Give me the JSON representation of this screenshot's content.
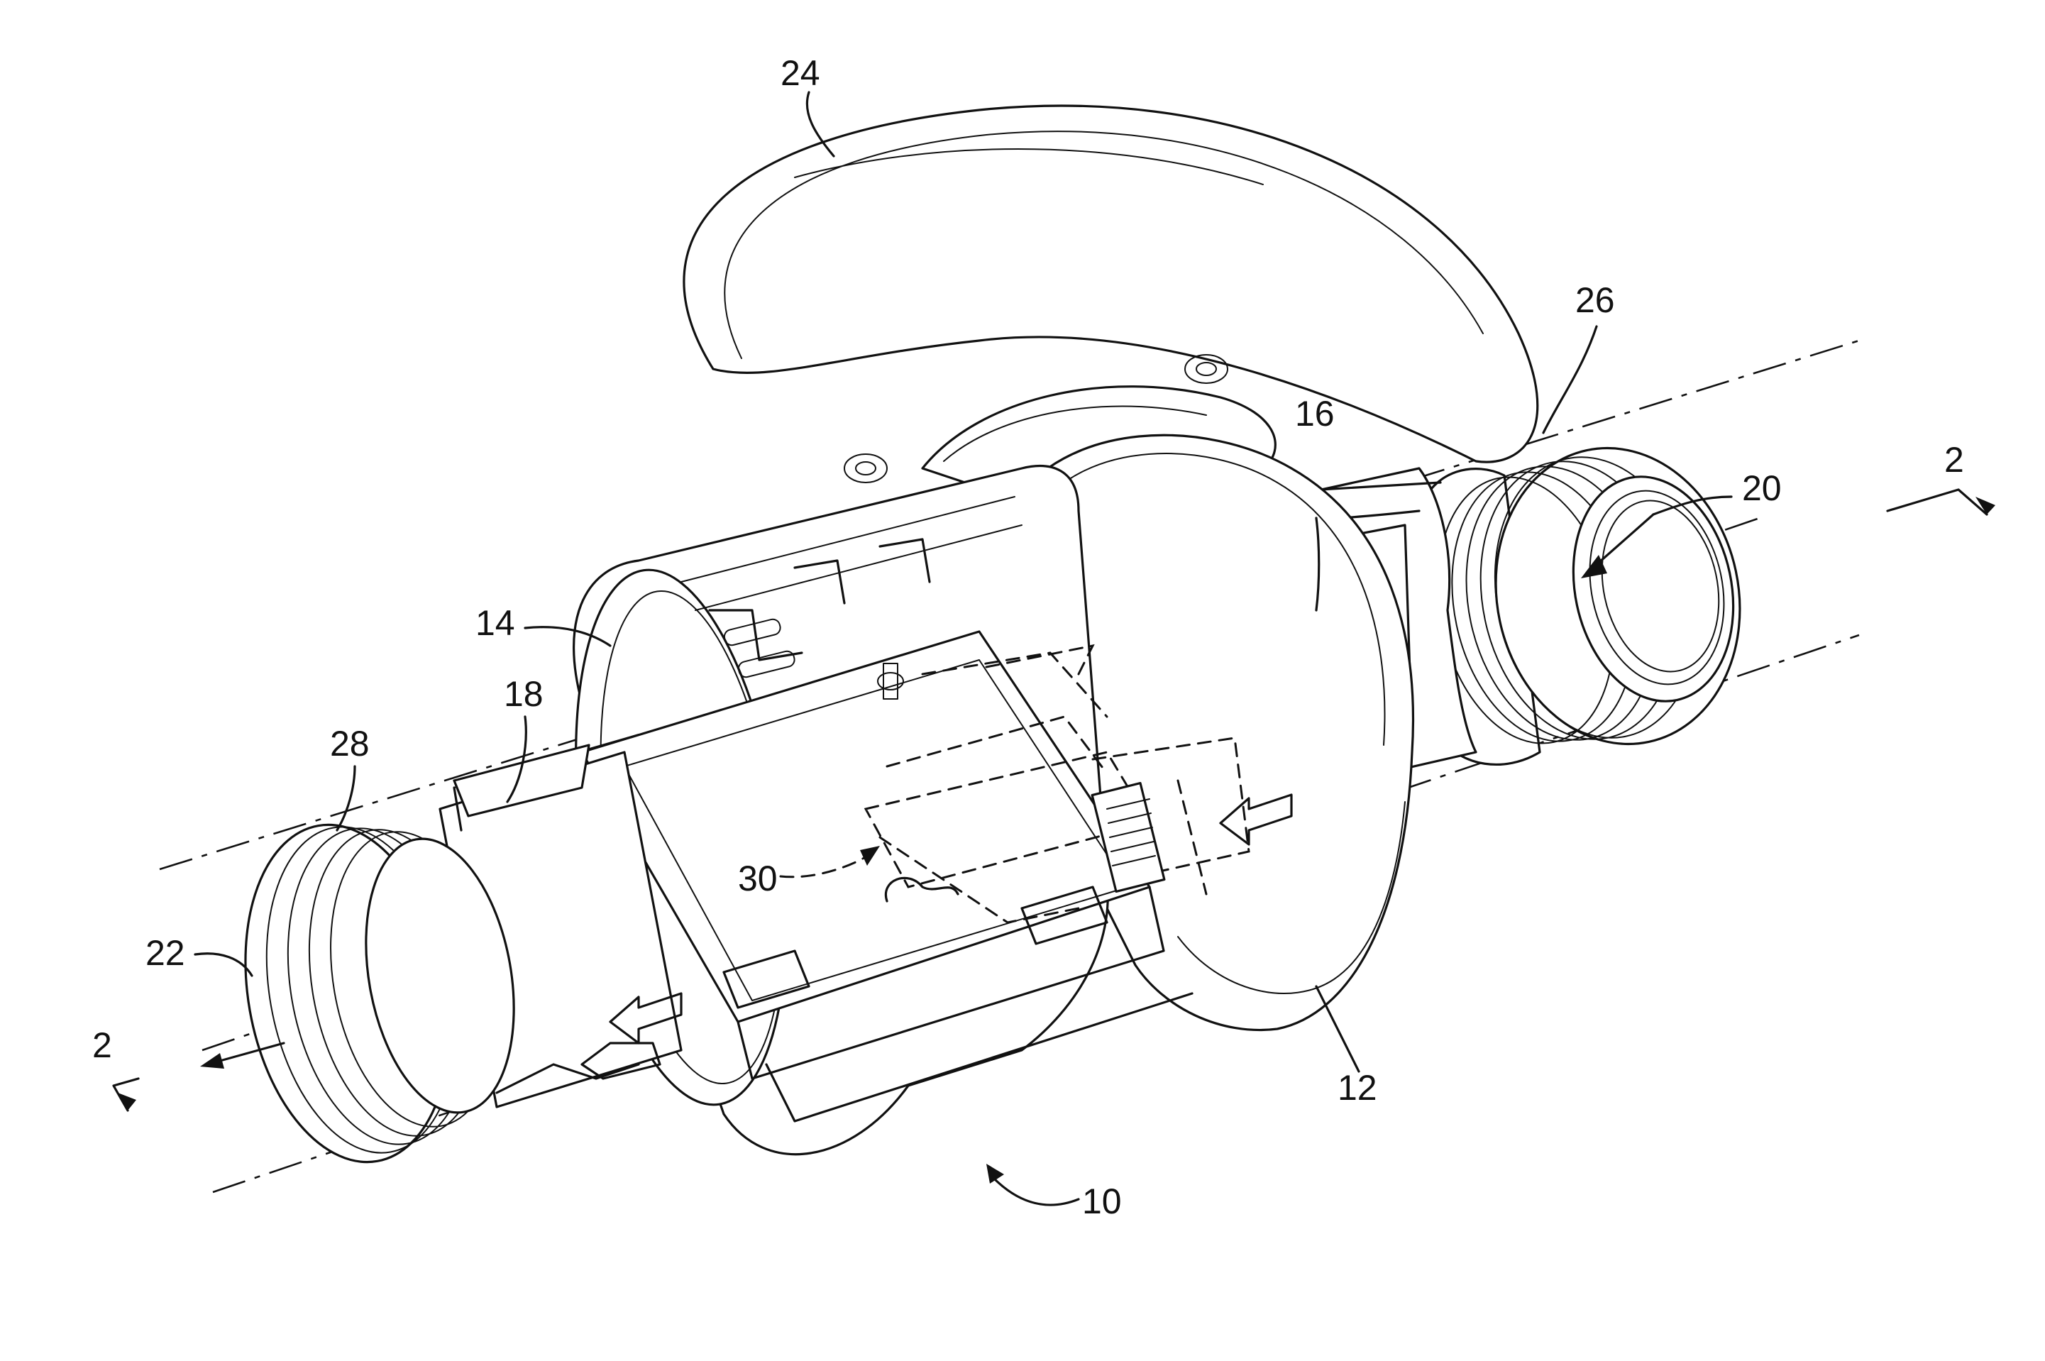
{
  "figure": {
    "reference_numerals": {
      "n10": "10",
      "n12": "12",
      "n14": "14",
      "n16": "16",
      "n18": "18",
      "n20": "20",
      "n22": "22",
      "n24": "24",
      "n26": "26",
      "n28": "28",
      "n30": "30",
      "section_a": "2",
      "section_b": "2"
    }
  }
}
